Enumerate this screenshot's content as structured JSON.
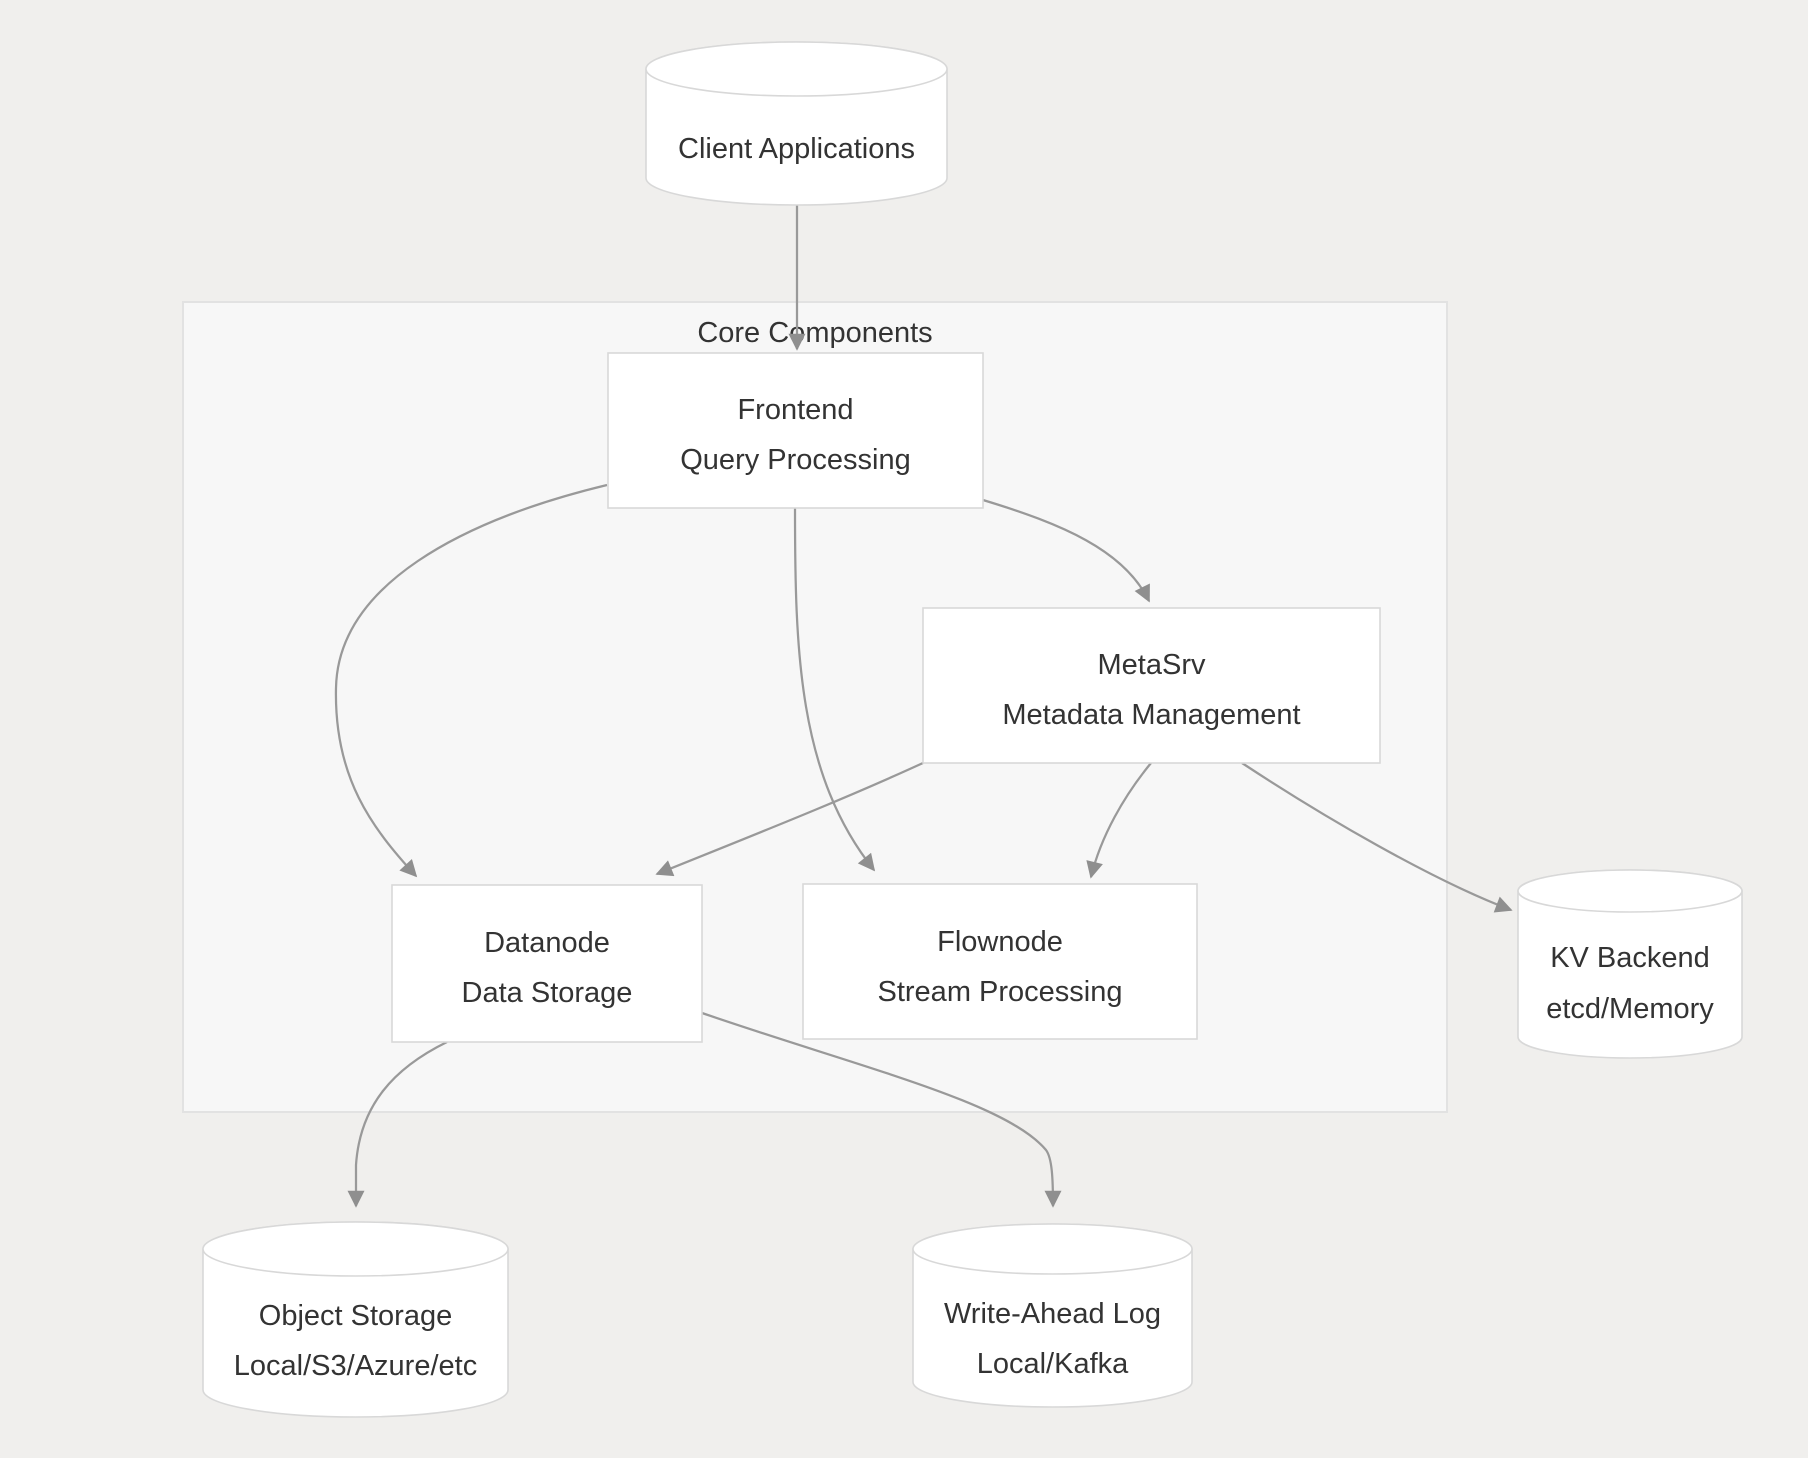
{
  "diagram": {
    "type": "architecture-flowchart",
    "group": {
      "label": "Core Components"
    },
    "nodes": {
      "client": {
        "shape": "cylinder",
        "line1": "Client Applications",
        "line2": ""
      },
      "frontend": {
        "shape": "rect",
        "line1": "Frontend",
        "line2": "Query Processing"
      },
      "metasrv": {
        "shape": "rect",
        "line1": "MetaSrv",
        "line2": "Metadata Management"
      },
      "datanode": {
        "shape": "rect",
        "line1": "Datanode",
        "line2": "Data Storage"
      },
      "flownode": {
        "shape": "rect",
        "line1": "Flownode",
        "line2": "Stream Processing"
      },
      "kv_backend": {
        "shape": "cylinder",
        "line1": "KV Backend",
        "line2": "etcd/Memory"
      },
      "object_storage": {
        "shape": "cylinder",
        "line1": "Object Storage",
        "line2": "Local/S3/Azure/etc"
      },
      "wal": {
        "shape": "cylinder",
        "line1": "Write-Ahead Log",
        "line2": "Local/Kafka"
      }
    },
    "edges": [
      {
        "from": "Client Applications",
        "to": "Frontend"
      },
      {
        "from": "Frontend",
        "to": "Datanode"
      },
      {
        "from": "Frontend",
        "to": "Flownode"
      },
      {
        "from": "Frontend",
        "to": "MetaSrv"
      },
      {
        "from": "MetaSrv",
        "to": "Datanode"
      },
      {
        "from": "MetaSrv",
        "to": "Flownode"
      },
      {
        "from": "MetaSrv",
        "to": "KV Backend"
      },
      {
        "from": "Datanode",
        "to": "Object Storage"
      },
      {
        "from": "Datanode",
        "to": "Write-Ahead Log"
      }
    ],
    "colors": {
      "background": "#f0efed",
      "group_fill": "#f7f7f7",
      "group_border": "#e2e2e2",
      "node_fill": "#ffffff",
      "node_border": "#d8d8d8",
      "edge": "#999999",
      "arrowhead": "#8f8f8f",
      "text": "#333333"
    }
  }
}
